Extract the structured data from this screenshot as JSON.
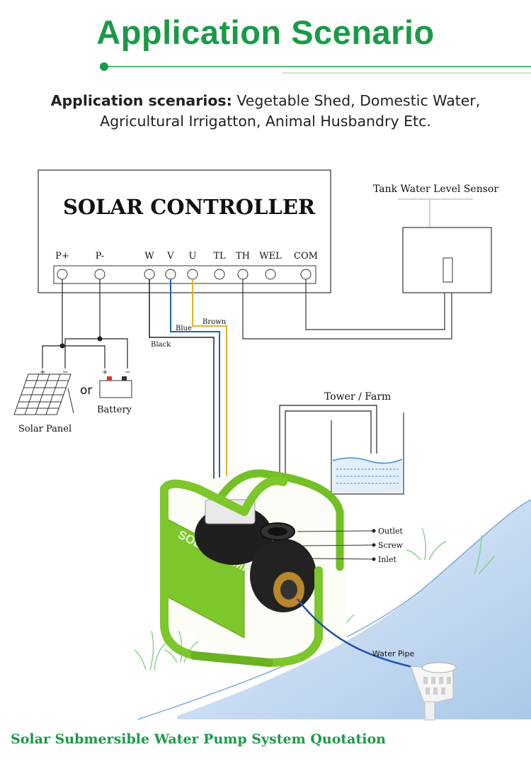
{
  "title": "Application Scenario",
  "intro": {
    "label": "Application scenarios:",
    "line1": "Vegetable Shed, Domestic Water,",
    "line2": "Agricultural Irrigatton, Animal Husbandry Etc."
  },
  "controller": {
    "title": "SOLAR CONTROLLER",
    "terminals": [
      "P+",
      "P-",
      "W",
      "V",
      "U",
      "TL",
      "TH",
      "WEL",
      "COM"
    ]
  },
  "wires": {
    "black": "Black",
    "blue": "Blue",
    "brown": "Brown"
  },
  "sensor_label": "Tank Water Level Sensor",
  "tank_label": "Tower / Farm",
  "power": {
    "panel_label": "Solar Panel",
    "or_label": "or",
    "battery_label": "Battery",
    "plus": "+",
    "minus": "−"
  },
  "pump": {
    "body_text": "SOLAR PUMP",
    "callouts": [
      "Outlet",
      "Screw",
      "Inlet"
    ],
    "pipe_label": "Water Pipe"
  },
  "footer": "Solar Submersible Water Pump System Quotation",
  "colors": {
    "brand_green": "#1a9a48",
    "pump_green": "#7dc62b",
    "wire_blue": "#1f5fbf",
    "wire_brown": "#e8b21e",
    "water": "#bcd6ef"
  }
}
